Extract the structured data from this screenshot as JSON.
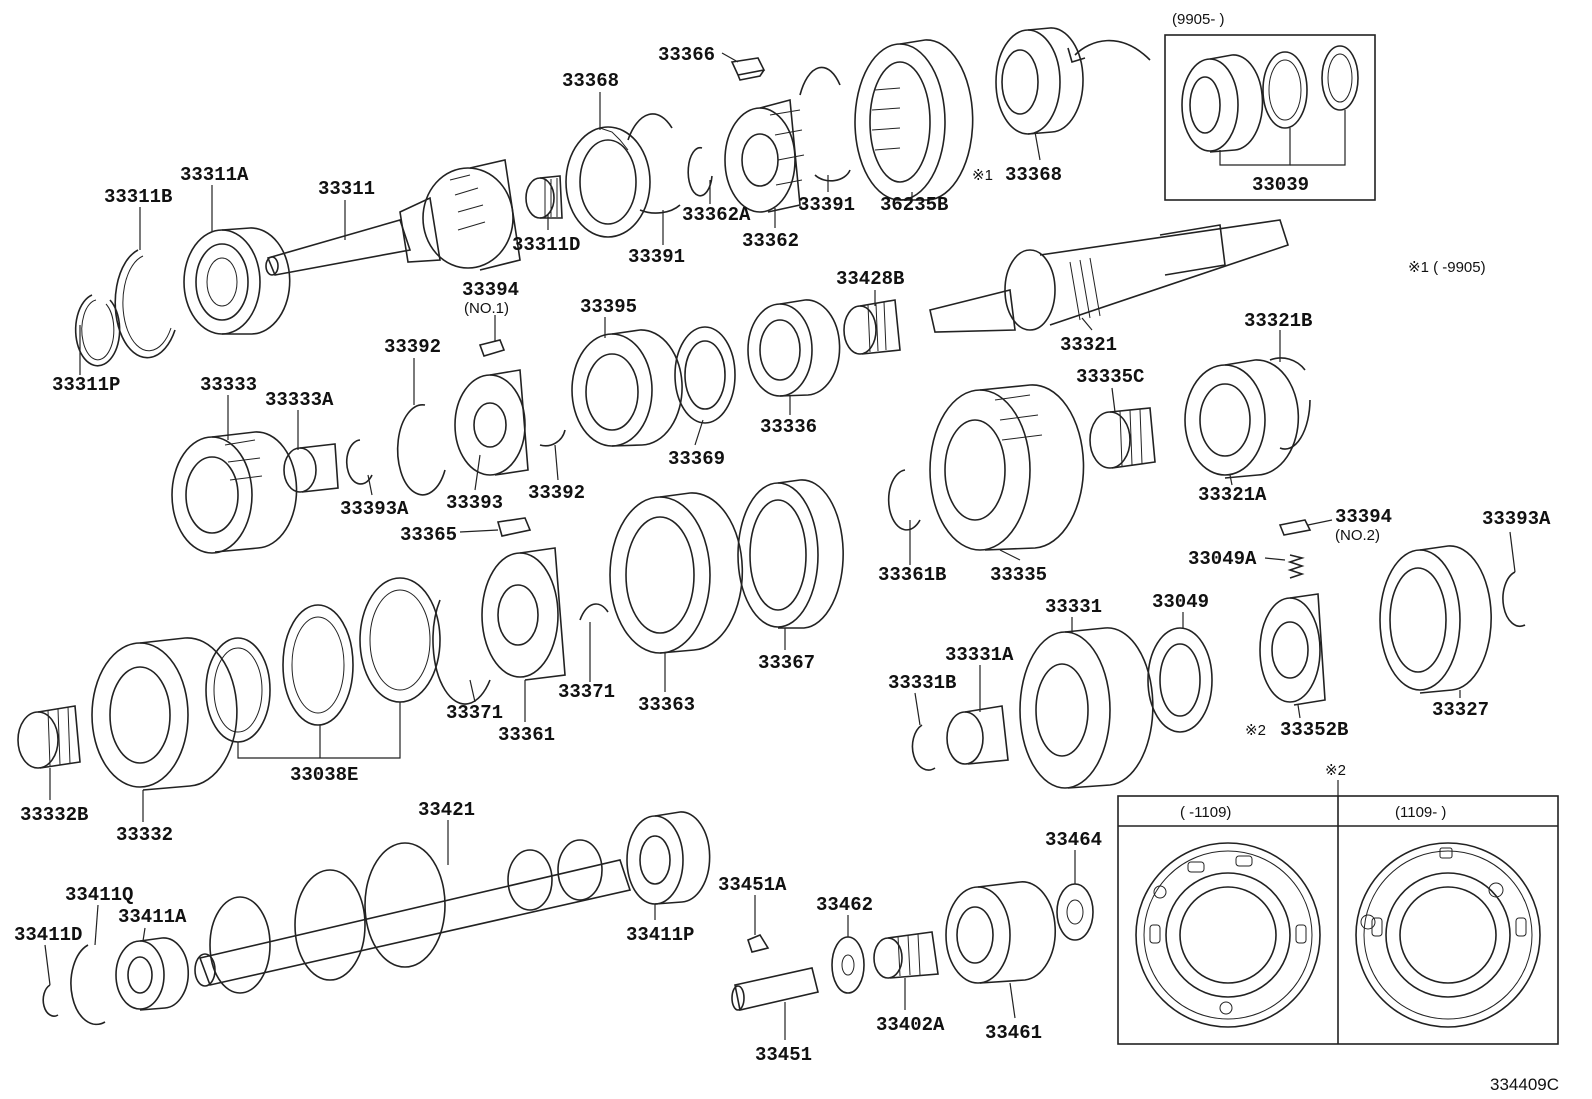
{
  "part_labels": [
    {
      "id": "33366",
      "text": "33366"
    },
    {
      "id": "33368a",
      "text": "33368"
    },
    {
      "id": "33311A",
      "text": "33311A"
    },
    {
      "id": "33311B",
      "text": "33311B"
    },
    {
      "id": "33311",
      "text": "33311"
    },
    {
      "id": "33311D",
      "text": "33311D"
    },
    {
      "id": "33391a",
      "text": "33391"
    },
    {
      "id": "33362A",
      "text": "33362A"
    },
    {
      "id": "33362",
      "text": "33362"
    },
    {
      "id": "33391b",
      "text": "33391"
    },
    {
      "id": "36235B",
      "text": "36235B"
    },
    {
      "id": "33368b",
      "text": "33368"
    },
    {
      "id": "33039",
      "text": "33039"
    },
    {
      "id": "33311P",
      "text": "33311P"
    },
    {
      "id": "33394a",
      "text": "33394"
    },
    {
      "id": "33395",
      "text": "33395"
    },
    {
      "id": "33428B",
      "text": "33428B"
    },
    {
      "id": "33321",
      "text": "33321"
    },
    {
      "id": "33321B",
      "text": "33321B"
    },
    {
      "id": "33392a",
      "text": "33392"
    },
    {
      "id": "33333",
      "text": "33333"
    },
    {
      "id": "33333A",
      "text": "33333A"
    },
    {
      "id": "33393A_a",
      "text": "33393A"
    },
    {
      "id": "33393",
      "text": "33393"
    },
    {
      "id": "33392b",
      "text": "33392"
    },
    {
      "id": "33369",
      "text": "33369"
    },
    {
      "id": "33336",
      "text": "33336"
    },
    {
      "id": "33335C",
      "text": "33335C"
    },
    {
      "id": "33321A",
      "text": "33321A"
    },
    {
      "id": "33365",
      "text": "33365"
    },
    {
      "id": "33361B",
      "text": "33361B"
    },
    {
      "id": "33335",
      "text": "33335"
    },
    {
      "id": "33394b",
      "text": "33394"
    },
    {
      "id": "33393A_b",
      "text": "33393A"
    },
    {
      "id": "33049A",
      "text": "33049A"
    },
    {
      "id": "33331",
      "text": "33331"
    },
    {
      "id": "33049",
      "text": "33049"
    },
    {
      "id": "33331A",
      "text": "33331A"
    },
    {
      "id": "33331B",
      "text": "33331B"
    },
    {
      "id": "33352B",
      "text": "33352B"
    },
    {
      "id": "33327",
      "text": "33327"
    },
    {
      "id": "33367",
      "text": "33367"
    },
    {
      "id": "33363",
      "text": "33363"
    },
    {
      "id": "33371a",
      "text": "33371"
    },
    {
      "id": "33371b",
      "text": "33371"
    },
    {
      "id": "33361",
      "text": "33361"
    },
    {
      "id": "33038E",
      "text": "33038E"
    },
    {
      "id": "33332B",
      "text": "33332B"
    },
    {
      "id": "33332",
      "text": "33332"
    },
    {
      "id": "33421",
      "text": "33421"
    },
    {
      "id": "33411P",
      "text": "33411P"
    },
    {
      "id": "33411Q",
      "text": "33411Q"
    },
    {
      "id": "33411A",
      "text": "33411A"
    },
    {
      "id": "33411D",
      "text": "33411D"
    },
    {
      "id": "33451A",
      "text": "33451A"
    },
    {
      "id": "33462",
      "text": "33462"
    },
    {
      "id": "33464",
      "text": "33464"
    },
    {
      "id": "33402A",
      "text": "33402A"
    },
    {
      "id": "33461",
      "text": "33461"
    },
    {
      "id": "33451",
      "text": "33451"
    }
  ],
  "notes": {
    "no1": "(NO.1)",
    "no2": "(NO.2)",
    "mark1": "※1",
    "mark2": "※2",
    "mark1_range": "※1 (       -9905)",
    "inset1_range": "(9905-       )",
    "inset2_left_range": "(       -1109)",
    "inset2_right_range": "(1109-       )",
    "drawing_code": "334409C"
  }
}
